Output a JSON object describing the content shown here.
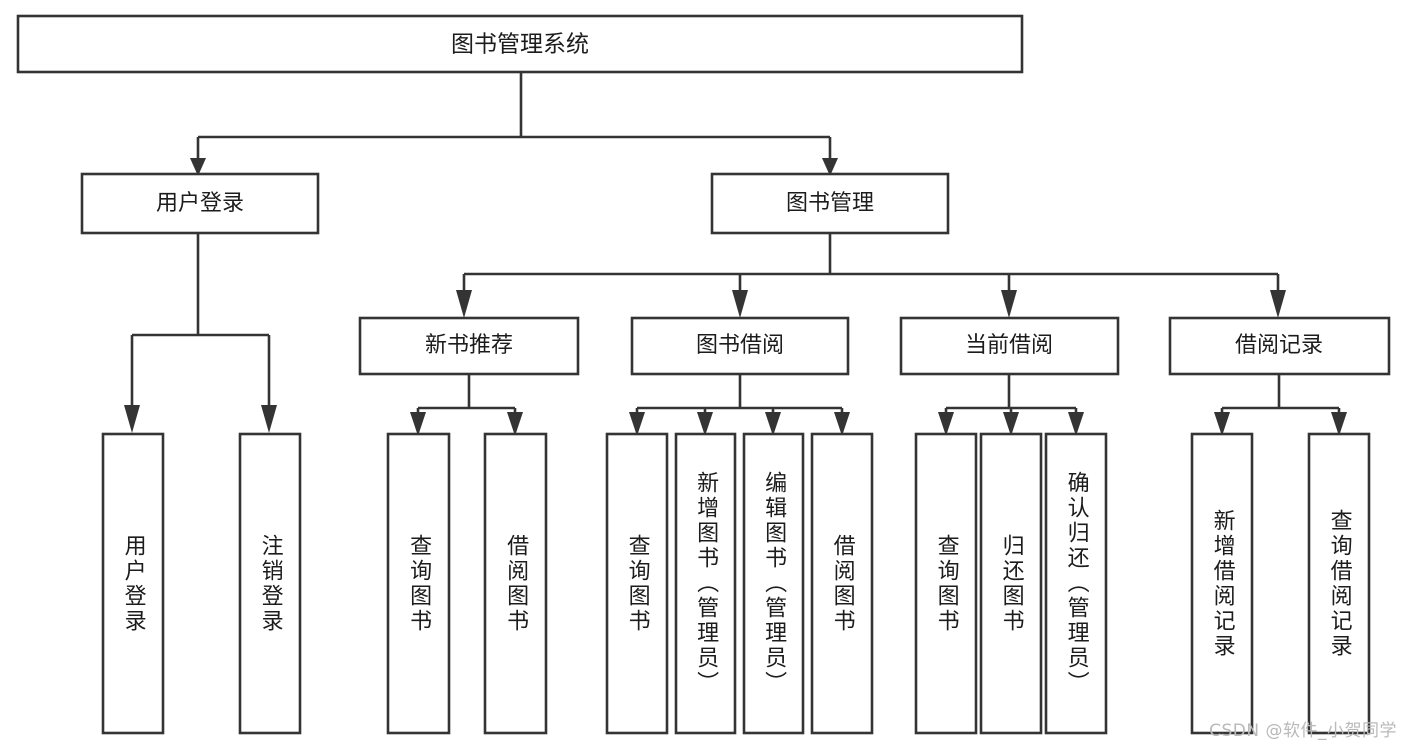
{
  "diagram": {
    "title": "图书管理系统",
    "watermark": "CSDN @软件_小贺同学",
    "type": "tree-hierarchy-diagram",
    "orientation": "top-down",
    "colors": {
      "background": "#ffffff",
      "box_fill": "#ffffff",
      "box_stroke": "#343434",
      "text": "#1c1c1c",
      "watermark": "#b9b9b9"
    },
    "levels": [
      {
        "level": 0,
        "nodes": [
          {
            "id": "root",
            "label": "图书管理系统",
            "orientation": "horizontal"
          }
        ]
      },
      {
        "level": 1,
        "nodes": [
          {
            "id": "user-login",
            "label": "用户登录",
            "orientation": "horizontal",
            "parent": "root"
          },
          {
            "id": "book-manage",
            "label": "图书管理",
            "orientation": "horizontal",
            "parent": "root"
          }
        ]
      },
      {
        "level": 2,
        "nodes": [
          {
            "id": "new-book-rec",
            "label": "新书推荐",
            "orientation": "horizontal",
            "parent": "book-manage"
          },
          {
            "id": "book-borrow",
            "label": "图书借阅",
            "orientation": "horizontal",
            "parent": "book-manage"
          },
          {
            "id": "current-borrow",
            "label": "当前借阅",
            "orientation": "horizontal",
            "parent": "book-manage"
          },
          {
            "id": "borrow-record",
            "label": "借阅记录",
            "orientation": "horizontal",
            "parent": "book-manage"
          }
        ]
      },
      {
        "level": 3,
        "nodes": [
          {
            "id": "leaf-user-login",
            "label": "用户登录",
            "orientation": "vertical",
            "parent": "user-login"
          },
          {
            "id": "leaf-logout",
            "label": "注销登录",
            "orientation": "vertical",
            "parent": "user-login"
          },
          {
            "id": "leaf-query-book-1",
            "label": "查询图书",
            "orientation": "vertical",
            "parent": "new-book-rec"
          },
          {
            "id": "leaf-borrow-book-1",
            "label": "借阅图书",
            "orientation": "vertical",
            "parent": "new-book-rec"
          },
          {
            "id": "leaf-query-book-2",
            "label": "查询图书",
            "orientation": "vertical",
            "parent": "book-borrow"
          },
          {
            "id": "leaf-add-book",
            "label": "新增图书（管理员）",
            "orientation": "vertical",
            "parent": "book-borrow"
          },
          {
            "id": "leaf-edit-book",
            "label": "编辑图书（管理员）",
            "orientation": "vertical",
            "parent": "book-borrow"
          },
          {
            "id": "leaf-borrow-book-2",
            "label": "借阅图书",
            "orientation": "vertical",
            "parent": "book-borrow"
          },
          {
            "id": "leaf-query-book-3",
            "label": "查询图书",
            "orientation": "vertical",
            "parent": "current-borrow"
          },
          {
            "id": "leaf-return-book",
            "label": "归还图书",
            "orientation": "vertical",
            "parent": "current-borrow"
          },
          {
            "id": "leaf-confirm-return",
            "label": "确认归还（管理员）",
            "orientation": "vertical",
            "parent": "current-borrow"
          },
          {
            "id": "leaf-add-record",
            "label": "新增借阅记录",
            "orientation": "vertical",
            "parent": "borrow-record"
          },
          {
            "id": "leaf-query-record",
            "label": "查询借阅记录",
            "orientation": "vertical",
            "parent": "borrow-record"
          }
        ]
      }
    ]
  }
}
